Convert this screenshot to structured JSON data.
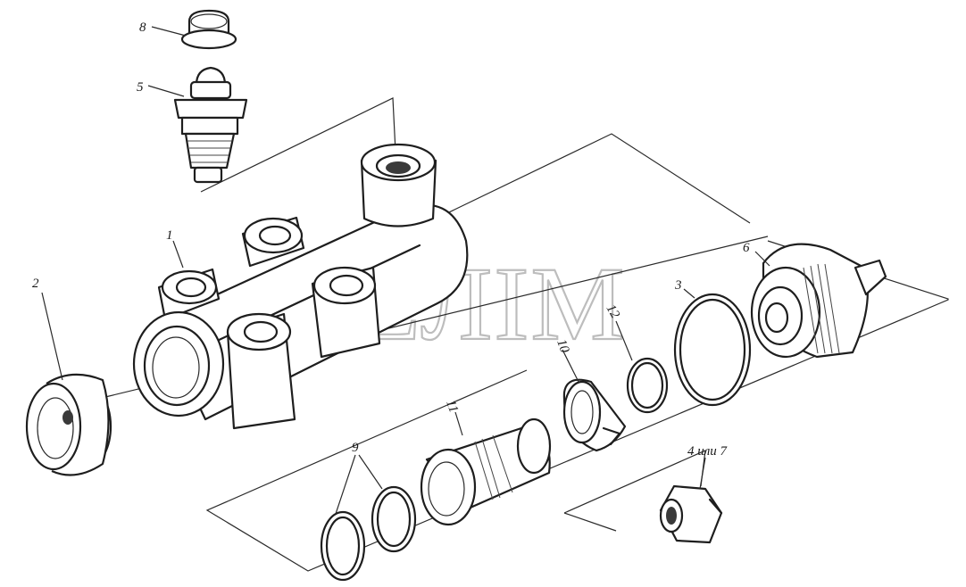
{
  "watermark": "СЕЛІМ",
  "callouts": [
    {
      "id": "8",
      "text": "8"
    },
    {
      "id": "5",
      "text": "5"
    },
    {
      "id": "1",
      "text": "1"
    },
    {
      "id": "2",
      "text": "2"
    },
    {
      "id": "6",
      "text": "6"
    },
    {
      "id": "3",
      "text": "3"
    },
    {
      "id": "12",
      "text": "12"
    },
    {
      "id": "10",
      "text": "10"
    },
    {
      "id": "11",
      "text": "11"
    },
    {
      "id": "9",
      "text": "9"
    },
    {
      "id": "4-7",
      "text": "4 или 7"
    }
  ],
  "parts": [
    {
      "name": "cap",
      "callout": "8"
    },
    {
      "name": "bleeder-valve",
      "callout": "5"
    },
    {
      "name": "cylinder-body",
      "callout": "1"
    },
    {
      "name": "protective-cap",
      "callout": "2"
    },
    {
      "name": "end-plug",
      "callout": "6"
    },
    {
      "name": "gasket-ring",
      "callout": "3"
    },
    {
      "name": "small-ring",
      "callout": "12"
    },
    {
      "name": "split-ring",
      "callout": "10"
    },
    {
      "name": "piston",
      "callout": "11"
    },
    {
      "name": "seal-rings",
      "callout": "9"
    },
    {
      "name": "nut",
      "callout": "4 или 7"
    }
  ]
}
